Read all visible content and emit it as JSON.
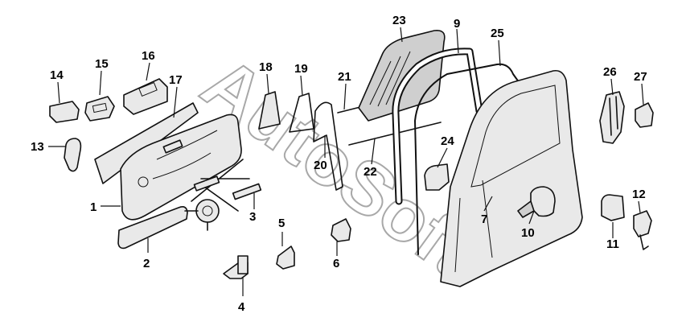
{
  "watermark": "AutoSoft",
  "callouts": [
    {
      "id": "1",
      "label": "1"
    },
    {
      "id": "2",
      "label": "2"
    },
    {
      "id": "3",
      "label": "3"
    },
    {
      "id": "4",
      "label": "4"
    },
    {
      "id": "5",
      "label": "5"
    },
    {
      "id": "6",
      "label": "6"
    },
    {
      "id": "7",
      "label": "7"
    },
    {
      "id": "9",
      "label": "9"
    },
    {
      "id": "10",
      "label": "10"
    },
    {
      "id": "11",
      "label": "11"
    },
    {
      "id": "12",
      "label": "12"
    },
    {
      "id": "13",
      "label": "13"
    },
    {
      "id": "14",
      "label": "14"
    },
    {
      "id": "15",
      "label": "15"
    },
    {
      "id": "16",
      "label": "16"
    },
    {
      "id": "17",
      "label": "17"
    },
    {
      "id": "18",
      "label": "18"
    },
    {
      "id": "19",
      "label": "19"
    },
    {
      "id": "20",
      "label": "20"
    },
    {
      "id": "21",
      "label": "21"
    },
    {
      "id": "22",
      "label": "22"
    },
    {
      "id": "23",
      "label": "23"
    },
    {
      "id": "24",
      "label": "24"
    },
    {
      "id": "25",
      "label": "25"
    },
    {
      "id": "26",
      "label": "26"
    },
    {
      "id": "27",
      "label": "27"
    }
  ]
}
